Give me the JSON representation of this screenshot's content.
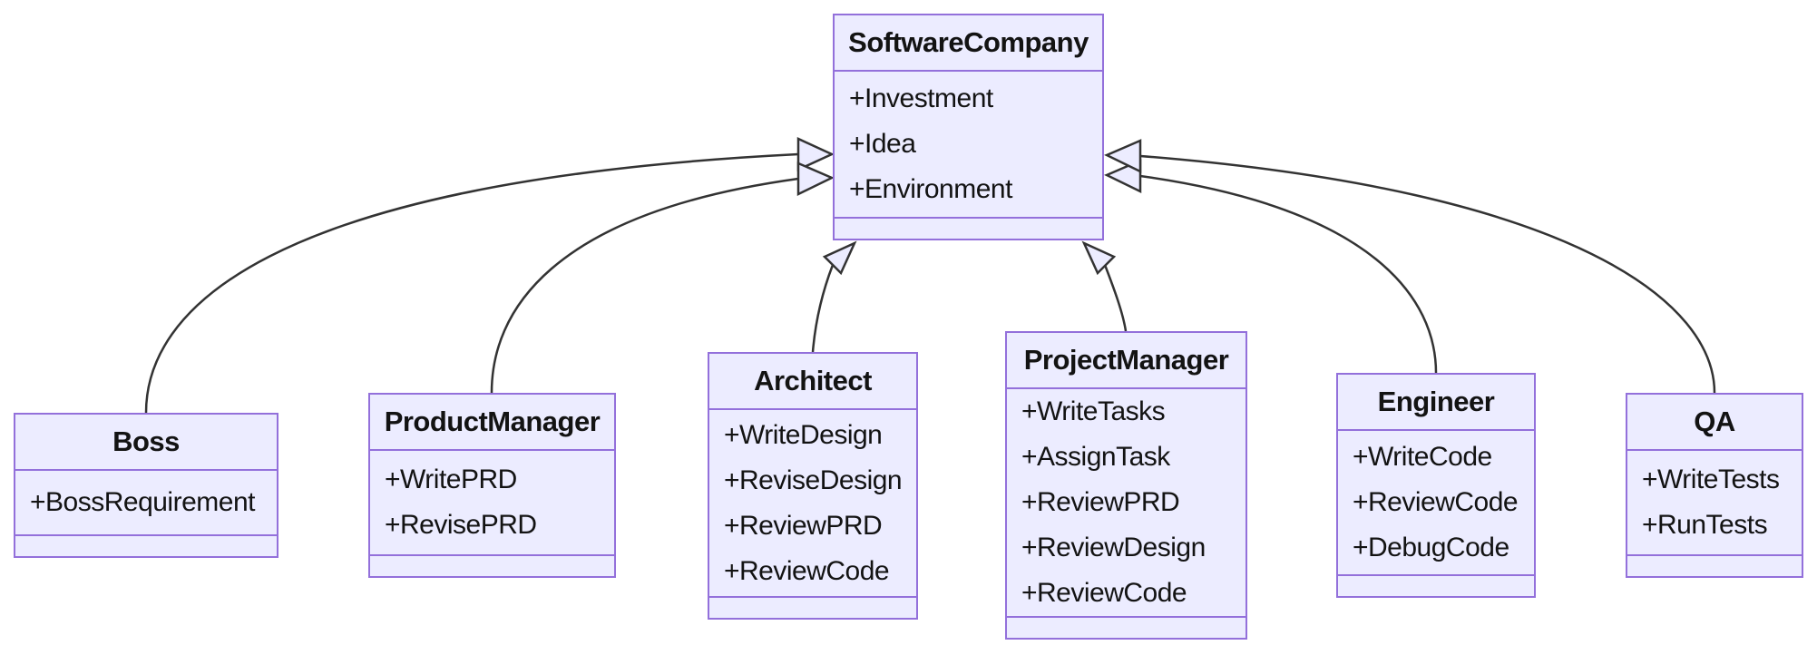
{
  "diagram_type": "uml-class-diagram",
  "colors": {
    "node_fill": "#ECECFF",
    "node_border": "#9370DB",
    "edge_line": "#333333",
    "text": "#131313",
    "background": "#ffffff"
  },
  "classes": [
    {
      "name": "SoftwareCompany",
      "attributes": [
        "+Investment",
        "+Idea",
        "+Environment"
      ]
    },
    {
      "name": "Boss",
      "attributes": [
        "+BossRequirement"
      ]
    },
    {
      "name": "ProductManager",
      "attributes": [
        "+WritePRD",
        "+RevisePRD"
      ]
    },
    {
      "name": "Architect",
      "attributes": [
        "+WriteDesign",
        "+ReviseDesign",
        "+ReviewPRD",
        "+ReviewCode"
      ]
    },
    {
      "name": "ProjectManager",
      "attributes": [
        "+WriteTasks",
        "+AssignTask",
        "+ReviewPRD",
        "+ReviewDesign",
        "+ReviewCode"
      ]
    },
    {
      "name": "Engineer",
      "attributes": [
        "+WriteCode",
        "+ReviewCode",
        "+DebugCode"
      ]
    },
    {
      "name": "QA",
      "attributes": [
        "+WriteTests",
        "+RunTests"
      ]
    }
  ],
  "relationships": [
    {
      "from": "Boss",
      "to": "SoftwareCompany",
      "type": "inheritance"
    },
    {
      "from": "ProductManager",
      "to": "SoftwareCompany",
      "type": "inheritance"
    },
    {
      "from": "Architect",
      "to": "SoftwareCompany",
      "type": "inheritance"
    },
    {
      "from": "ProjectManager",
      "to": "SoftwareCompany",
      "type": "inheritance"
    },
    {
      "from": "Engineer",
      "to": "SoftwareCompany",
      "type": "inheritance"
    },
    {
      "from": "QA",
      "to": "SoftwareCompany",
      "type": "inheritance"
    }
  ]
}
